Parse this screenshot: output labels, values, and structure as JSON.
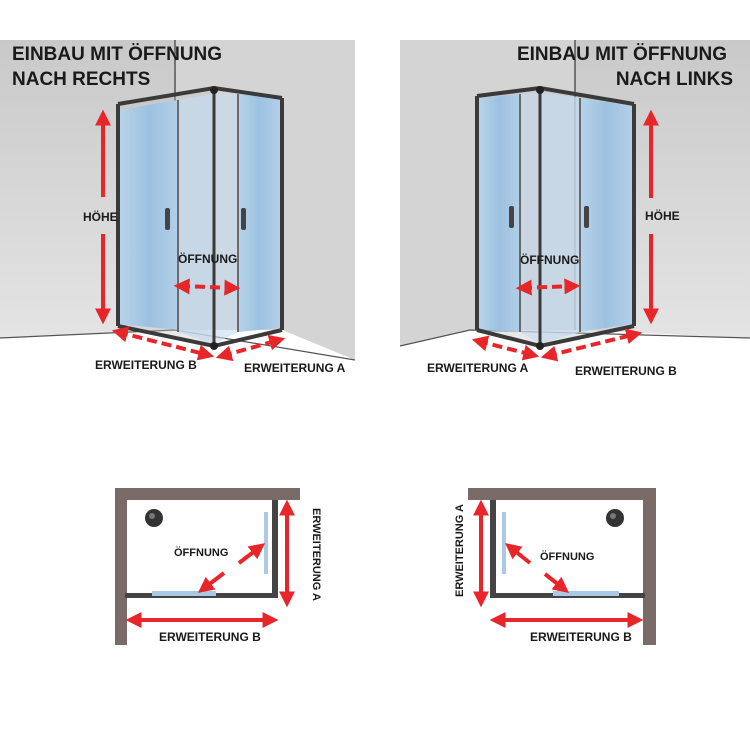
{
  "panel_right": {
    "title_line1": "EINBAU MIT ÖFFNUNG",
    "title_line2": "NACH RECHTS",
    "height_label": "HÖHE",
    "opening_label": "ÖFFNUNG",
    "extension_b_label": "ERWEITERUNG B",
    "extension_a_label": "ERWEITERUNG A"
  },
  "panel_left": {
    "title_line1": "EINBAU MIT ÖFFNUNG",
    "title_line2": "NACH LINKS",
    "height_label": "HÖHE",
    "opening_label": "ÖFFNUNG",
    "extension_a_label": "ERWEITERUNG A",
    "extension_b_label": "ERWEITERUNG B"
  },
  "plan_right": {
    "opening_label": "ÖFFNUNG",
    "extension_a_label": "ERWEITERUNG A",
    "extension_b_label": "ERWEITERUNG B"
  },
  "plan_left": {
    "opening_label": "ÖFFNUNG",
    "extension_a_label": "ERWEITERUNG A",
    "extension_b_label": "ERWEITERUNG B"
  },
  "colors": {
    "arrow": "#e8262a",
    "frame": "#3a3a3a",
    "glass": "#a9c9e4",
    "wall": "#d9d9d9",
    "plan_wall": "#7a6b68"
  }
}
